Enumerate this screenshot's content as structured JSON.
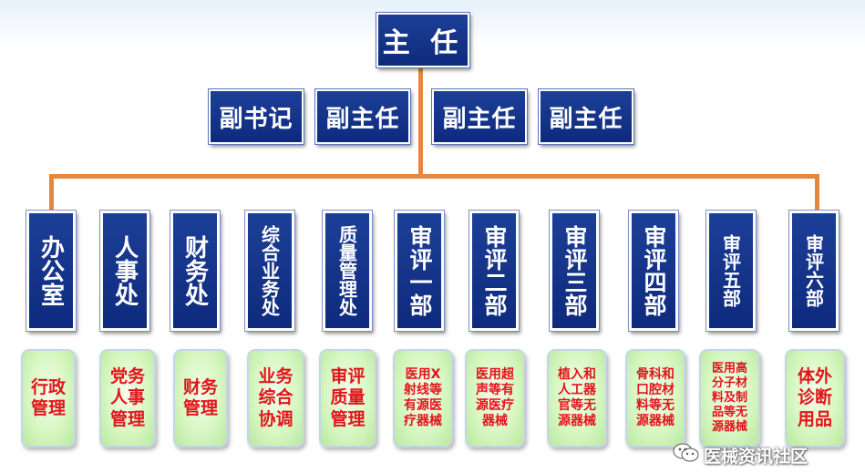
{
  "chart_data": {
    "type": "org_chart",
    "head": "主 任",
    "deputies": [
      "副书记",
      "副主任",
      "副主任",
      "副主任"
    ],
    "departments": [
      {
        "name": "办公室",
        "duty": "行政\n管理"
      },
      {
        "name": "人事处",
        "duty": "党务\n人事\n管理"
      },
      {
        "name": "财务处",
        "duty": "财务\n管理"
      },
      {
        "name": "综合业务处",
        "duty": "业务\n综合\n协调"
      },
      {
        "name": "质量管理处",
        "duty": "审评\n质量\n管理"
      },
      {
        "name": "审评一部",
        "duty": "医用X\n射线等\n有源医\n疗器械"
      },
      {
        "name": "审评二部",
        "duty": "医用超\n声等有\n源医疗\n器械"
      },
      {
        "name": "审评三部",
        "duty": "植入和\n人工器\n官等无\n源器械"
      },
      {
        "name": "审评四部",
        "duty": "骨科和\n口腔材\n料等无\n源器械"
      },
      {
        "name": "审评五部",
        "duty": "医用高\n分子材\n料及制\n品等无\n源器械"
      },
      {
        "name": "审评六部",
        "duty": "体外\n诊断\n用品"
      }
    ]
  },
  "watermark": {
    "text": "医械资讯社区",
    "icon": "wechat-icon"
  },
  "colors": {
    "node": "#0e2a7d",
    "connector": "#e8863a",
    "duty_text": "#e3141c",
    "duty_bg": "#d7f7c2"
  }
}
